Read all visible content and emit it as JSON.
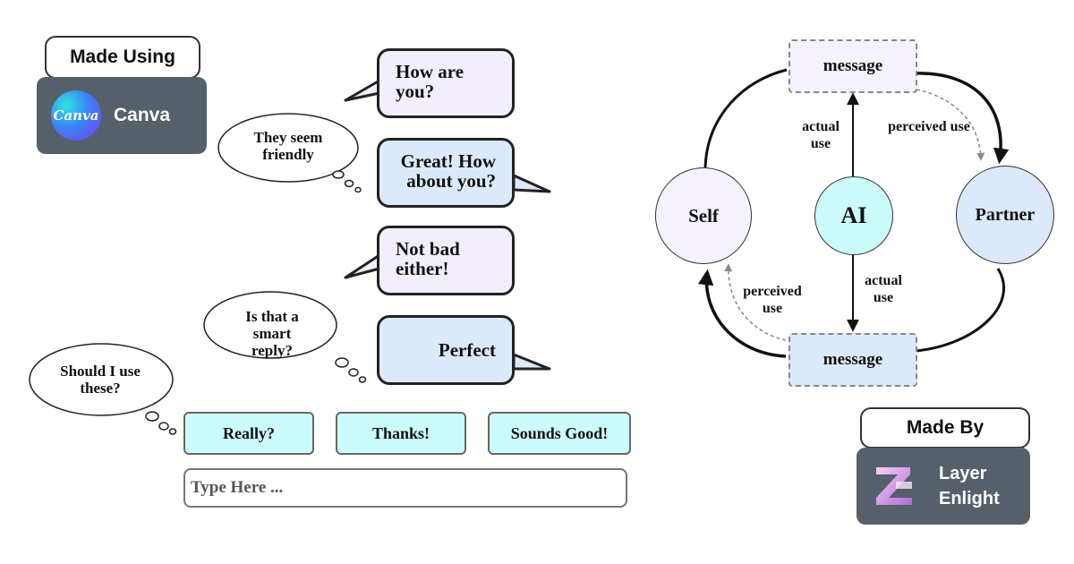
{
  "badges": {
    "made_using": {
      "label": "Made Using",
      "tool": "Canva",
      "logo_text": "Canva"
    },
    "made_by": {
      "label": "Made By",
      "tool": "Layer Enlight"
    }
  },
  "chat": {
    "bubbles": [
      {
        "text": "How are you?",
        "side": "partner",
        "color": "#f3eefc"
      },
      {
        "text": "Great! How about you?",
        "side": "self",
        "color": "#dce9fb"
      },
      {
        "text": "Not bad either!",
        "side": "partner",
        "color": "#f3eefc"
      },
      {
        "text": "Perfect",
        "side": "self",
        "color": "#dce9fb"
      }
    ],
    "thoughts": [
      {
        "text": "They seem friendly"
      },
      {
        "text": "Is that a smart reply?"
      },
      {
        "text": "Should I use these?"
      }
    ],
    "smart_replies": [
      "Really?",
      "Thanks!",
      "Sounds Good!"
    ],
    "input_placeholder": "Type Here ..."
  },
  "diagram": {
    "nodes": {
      "self": {
        "label": "Self",
        "color": "#f5f1fd"
      },
      "ai": {
        "label": "AI",
        "color": "#ccfbfb"
      },
      "partner": {
        "label": "Partner",
        "color": "#dce9fb"
      }
    },
    "messages": {
      "top": {
        "label": "message",
        "color": "#f5f1fd"
      },
      "bottom": {
        "label": "message",
        "color": "#dce9fb"
      }
    },
    "edge_labels": {
      "actual_use_top": "actual use",
      "perceived_use_top": "perceived use",
      "actual_use_bottom": "actual use",
      "perceived_use_bottom": "perceived use"
    }
  }
}
